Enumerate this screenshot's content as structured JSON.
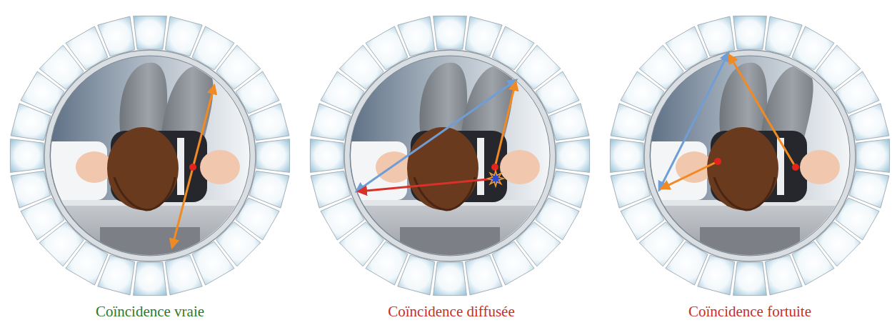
{
  "diagram": {
    "labels": [
      "Coïncidence vraie",
      "Coïncidence diffusée",
      "Coïncidence fortuite"
    ]
  }
}
